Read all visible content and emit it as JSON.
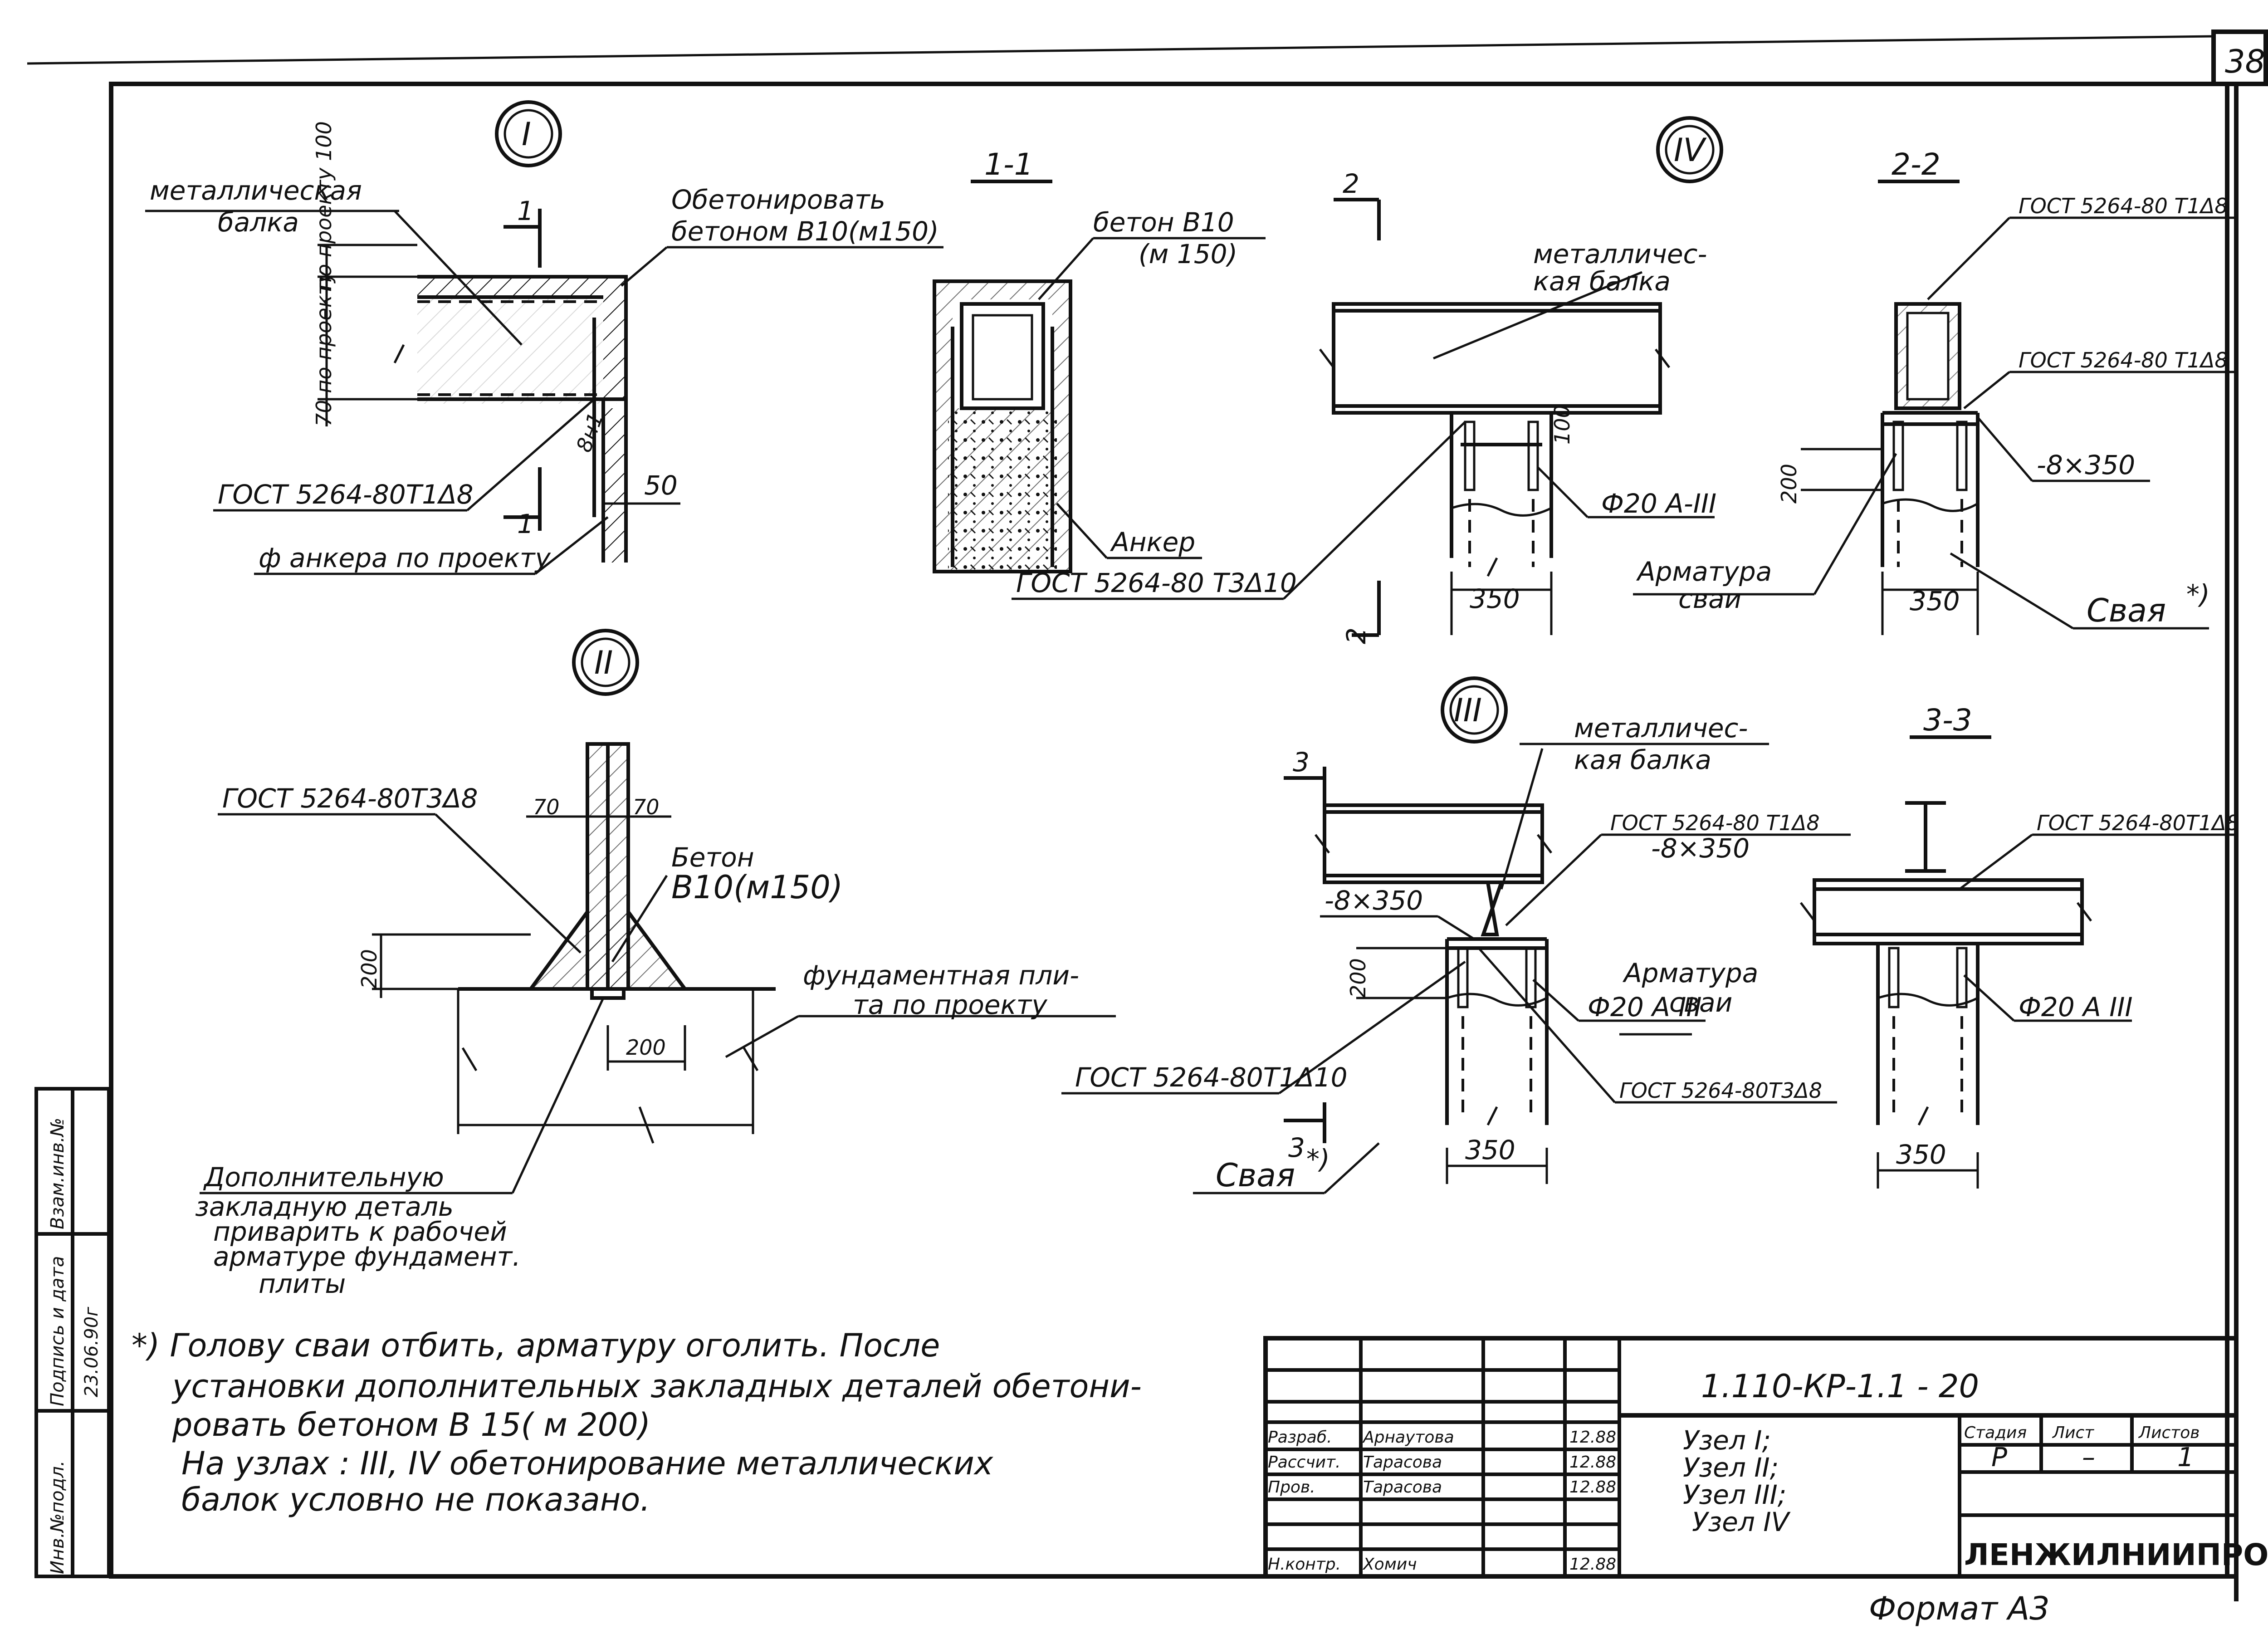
{
  "sheet": {
    "page_number": "38",
    "format": "Формат А3"
  },
  "node_I": {
    "marker": "I",
    "label_beam": [
      "металлическая",
      "балка"
    ],
    "label_concrete": [
      "Обетонировать",
      "бетоном В10(м150)"
    ],
    "dim_100": "по проекту 100",
    "dim_70": "70 по проекту",
    "dim_50": "50",
    "dim_8n1": "8н1",
    "gost": "ГОСТ 5264-80Т1Δ8",
    "anchor": "ф анкера по проекту",
    "cut_mark": "1"
  },
  "section_1_1": {
    "title": "1-1",
    "label_concrete": [
      "бетон В10",
      "(м 150)"
    ],
    "label_anchor": "Анкер",
    "gost": "ГОСТ 5264-80 Т3Δ10"
  },
  "node_IV": {
    "marker": "IV",
    "label_beam": [
      "металличес-",
      "кая балка"
    ],
    "cut_mark": "2",
    "dim_100": "100",
    "dim_350": "350",
    "rebar": "Ф20 А-III"
  },
  "section_2_2": {
    "title": "2-2",
    "gost_top": "ГОСТ 5264-80 Т1Δ8",
    "gost_mid": "ГОСТ 5264-80 Т1Δ8",
    "plate": "-8×350",
    "dim_200": "200",
    "dim_350": "350",
    "rebar_label": [
      "Арматура",
      "сваи"
    ],
    "pile_label": "Свая",
    "asterisk": "*)"
  },
  "node_II": {
    "marker": "II",
    "gost": "ГОСТ 5264-80Т3Δ8",
    "dim_70a": "70",
    "dim_70b": "70",
    "concrete": [
      "Бетон",
      "В10(м150)"
    ],
    "dim_200v": "200",
    "dim_200h": "200",
    "foundation": [
      "фундаментная пли-",
      "та по проекту"
    ],
    "note": [
      "Дополнительную",
      "закладную деталь",
      "приварить к рабочей",
      "арматуре фундамент.",
      "плиты"
    ]
  },
  "node_III": {
    "marker": "III",
    "label_beam": [
      "металличес-",
      "кая балка"
    ],
    "cut_mark": "3",
    "gost_top": "ГОСТ 5264-80 Т1Δ8",
    "plate_a": "-8×350",
    "plate_b": "-8×350",
    "dim_200": "200",
    "rebar_label": [
      "Арматура",
      "сваи"
    ],
    "rebar": "Ф20 А III",
    "gost_left": "ГОСТ 5264-80Т1Δ10",
    "gost_right": "ГОСТ 5264-80Т3Δ8",
    "pile_label": "Свая",
    "asterisk": "*)",
    "dim_350": "350"
  },
  "section_3_3": {
    "title": "3-3",
    "gost": "ГОСТ 5264-80Т1Δ8",
    "rebar": "Ф20 А III",
    "dim_350": "350"
  },
  "footnote": [
    "*) Голову сваи отбить, арматуру оголить. После",
    "установки дополнительных закладных деталей обетони-",
    "ровать бетоном  В 15( м 200)",
    "На узлах : III, IV обетонирование металлических",
    "балок условно не показано."
  ],
  "side_stamp": {
    "col1": "Инв.№подл.",
    "col2": "Подпись и дата",
    "col3": "Взам.инв.№",
    "hand1": "23.06.90г"
  },
  "title_block": {
    "code": "1.110-КР-1.1  -  20",
    "rows": [
      {
        "role": "Разраб.",
        "name": "Арнаутова",
        "date": "12.88"
      },
      {
        "role": "Рассчит.",
        "name": "Тарасова",
        "date": "12.88"
      },
      {
        "role": "Пров.",
        "name": "Тарасова",
        "date": "12.88"
      },
      {
        "role": "Н.контр.",
        "name": "Хомич",
        "date": "12.88"
      }
    ],
    "title_lines": [
      "Узел  I;",
      "Узел  II;",
      "Узел  III;",
      "Узел  IV"
    ],
    "stage_header": "Стадия",
    "sheet_header": "Лист",
    "sheets_header": "Листов",
    "stage": "Р",
    "sheet": "–",
    "sheets": "1",
    "org": "ЛЕНЖИЛНИИПРОЕКТ"
  }
}
